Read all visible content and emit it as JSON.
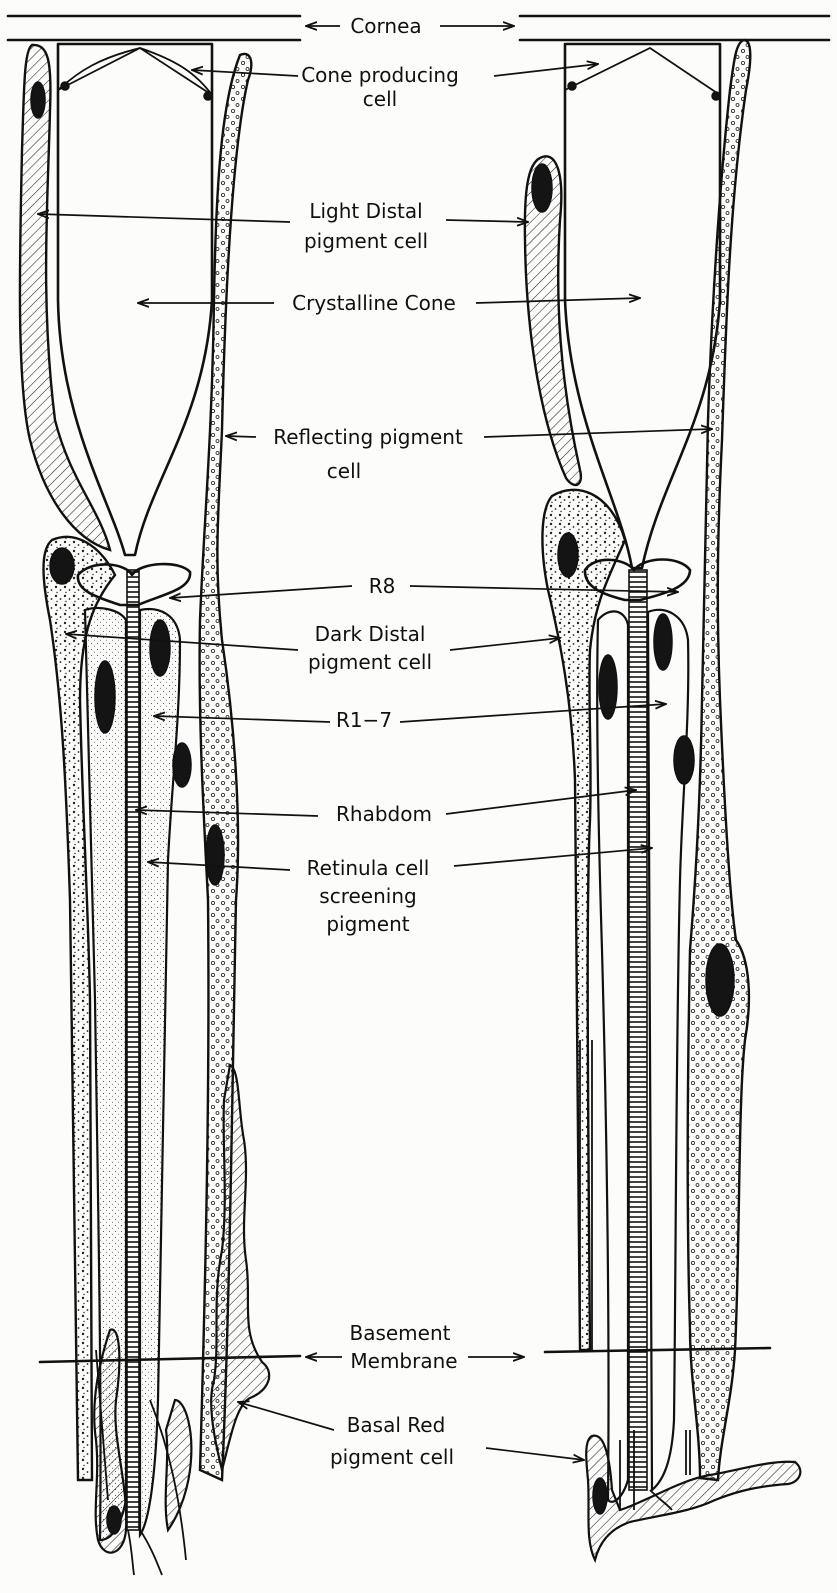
{
  "labels": {
    "cornea": "Cornea",
    "cone_producing_1": "Cone producing",
    "cone_producing_2": "cell",
    "light_distal_1": "Light Distal",
    "light_distal_2": "pigment cell",
    "crystalline_cone": "Crystalline Cone",
    "reflecting_1": "Reflecting pigment",
    "reflecting_2": "cell",
    "r8": "R8",
    "dark_distal_1": "Dark Distal",
    "dark_distal_2": "pigment cell",
    "r1_7": "R1−7",
    "rhabdom": "Rhabdom",
    "retinula_1": "Retinula cell",
    "retinula_2": "screening",
    "retinula_3": "pigment",
    "basement_1": "Basement",
    "basement_2": "Membrane",
    "basal_red_1": "Basal Red",
    "basal_red_2": "pigment cell"
  },
  "colors": {
    "ink": "#111111",
    "paper": "#fcfcfa"
  }
}
